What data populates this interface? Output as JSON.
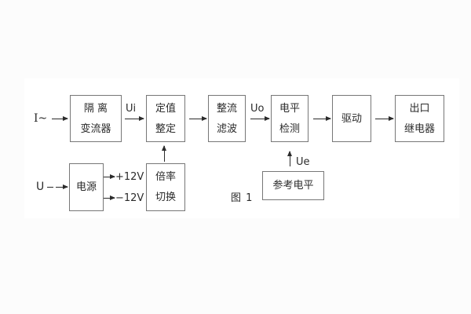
{
  "colors": {
    "page_bg": "#fcfcfc",
    "canvas_bg": "#ffffff",
    "block_border": "#777777",
    "ink": "#2b2b2b"
  },
  "caption": {
    "text": "图 1"
  },
  "blocks": [
    {
      "name": "isolation-transformer",
      "lines": [
        "隔 离",
        "变流器"
      ]
    },
    {
      "name": "setting-adjustment",
      "lines": [
        "定值",
        "整定"
      ]
    },
    {
      "name": "rectifier-filter",
      "lines": [
        "整流",
        "滤波"
      ]
    },
    {
      "name": "level-detector",
      "lines": [
        "电平",
        "检测"
      ]
    },
    {
      "name": "driver",
      "lines": [
        "驱动"
      ]
    },
    {
      "name": "output-relay",
      "lines": [
        "出口",
        "继电器"
      ]
    },
    {
      "name": "power-supply",
      "lines": [
        "电源"
      ]
    },
    {
      "name": "ratio-switch",
      "lines": [
        "倍率",
        "切换"
      ]
    },
    {
      "name": "reference-level",
      "lines": [
        "参考电平"
      ]
    }
  ],
  "signals": {
    "input_current": "I~",
    "ui": "Ui",
    "uo": "Uo",
    "ue": "Ue",
    "input_voltage": "U",
    "rail_positive": "+12V",
    "rail_negative": "−12V"
  }
}
